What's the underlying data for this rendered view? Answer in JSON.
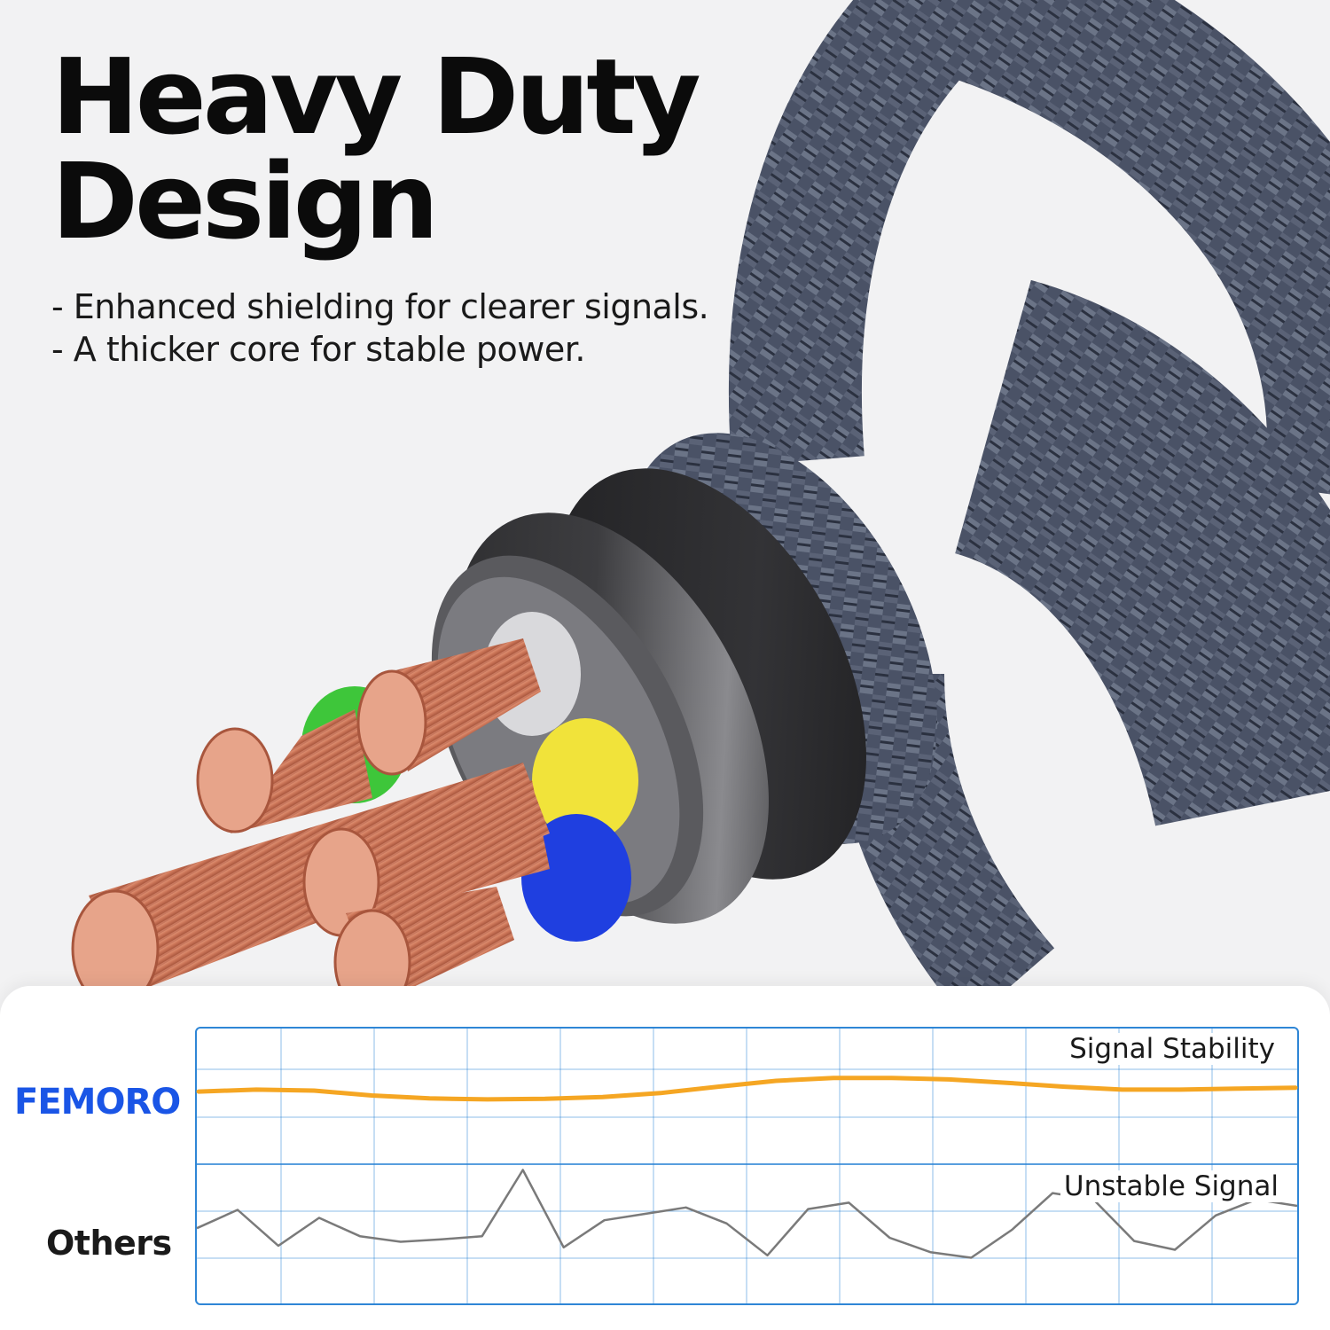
{
  "headline": {
    "line1": "Heavy Duty",
    "line2": "Design"
  },
  "bullets": [
    "- Enhanced shielding for clearer signals.",
    "- A thicker core for stable power."
  ],
  "comparison": {
    "brand_label": "FEMORO",
    "others_label": "Others",
    "stable_label": "Signal Stability",
    "unstable_label": "Unstable Signal"
  },
  "colors": {
    "background": "#f2f2f3",
    "brand_blue": "#1a55e6",
    "grid_blue": "#2f86d6",
    "stable_line": "#f5a623",
    "unstable_line": "#7a7a7a",
    "braid": "#4a5266",
    "copper": "#d98a6c",
    "wire_green": "#3ec63a",
    "wire_yellow": "#f1e33a",
    "wire_blue": "#1f3fe0",
    "wire_white": "#d9d9dc"
  },
  "chart_data": {
    "type": "line",
    "title": "",
    "xlabel": "",
    "ylabel": "",
    "series": [
      {
        "name": "Signal Stability",
        "values": [
          0.58,
          0.62,
          0.6,
          0.5,
          0.44,
          0.42,
          0.43,
          0.47,
          0.55,
          0.68,
          0.8,
          0.86,
          0.86,
          0.83,
          0.76,
          0.68,
          0.62,
          0.62,
          0.64,
          0.66
        ]
      },
      {
        "name": "Unstable Signal",
        "values": [
          0.72,
          0.95,
          0.5,
          0.85,
          0.62,
          0.55,
          0.58,
          0.62,
          1.45,
          0.48,
          0.82,
          0.9,
          0.98,
          0.78,
          0.38,
          0.96,
          1.04,
          0.6,
          0.42,
          0.35,
          0.7,
          1.16,
          1.08,
          0.56,
          0.45,
          0.88,
          1.08,
          1.0
        ]
      }
    ]
  }
}
